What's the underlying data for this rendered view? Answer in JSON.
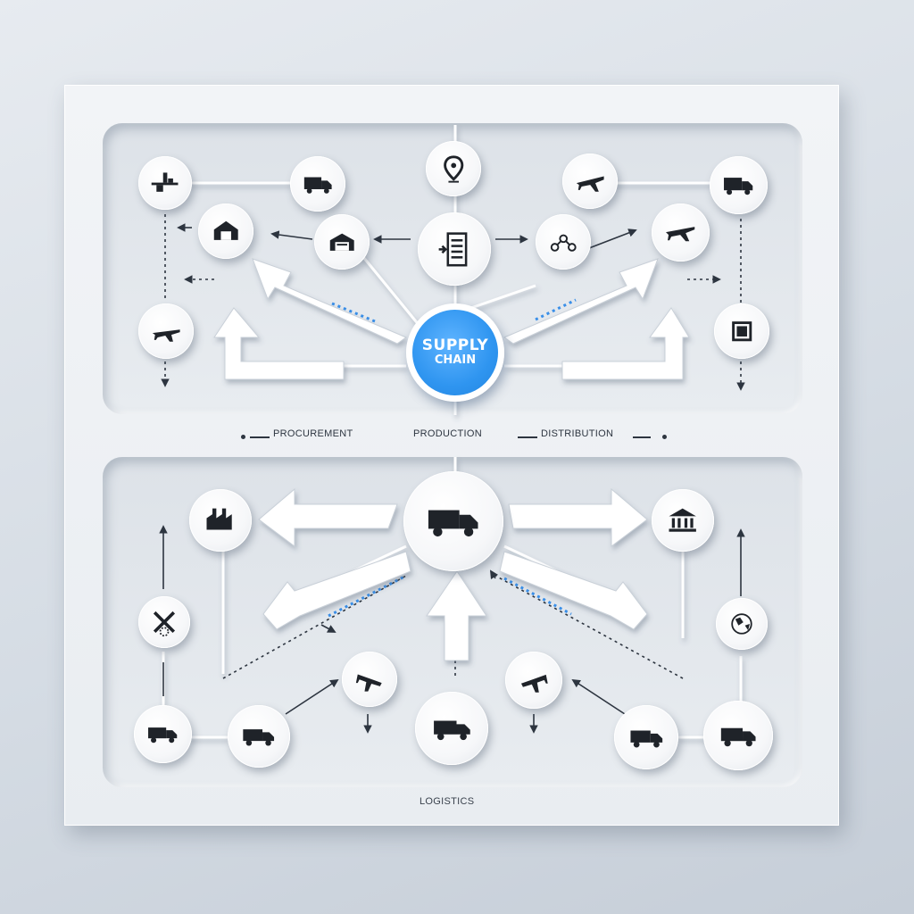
{
  "center": {
    "line1": "SUPPLY",
    "line2": "CHAIN"
  },
  "stages": [
    "PROCUREMENT",
    "PRODUCTION",
    "DISTRIBUTION"
  ],
  "footer": "LOGISTICS",
  "colors": {
    "accent": "#2f95f0",
    "background": "#dde3ea",
    "icon": "#1f2329",
    "dotted_blue": "#3a8fe8"
  },
  "nodes": [
    {
      "id": "top-left-crane",
      "icon": "crane-icon"
    },
    {
      "id": "top-truck-1",
      "icon": "truck-icon"
    },
    {
      "id": "top-location",
      "icon": "location-pin-icon"
    },
    {
      "id": "top-airplane-1",
      "icon": "airplane-icon"
    },
    {
      "id": "top-right-truck",
      "icon": "truck-icon"
    },
    {
      "id": "top-warehouse-1",
      "icon": "warehouse-icon"
    },
    {
      "id": "top-warehouse-2",
      "icon": "warehouse-icon"
    },
    {
      "id": "top-document",
      "icon": "document-icon"
    },
    {
      "id": "top-network",
      "icon": "network-icon"
    },
    {
      "id": "top-airplane-2",
      "icon": "airplane-icon"
    },
    {
      "id": "top-left-airplane",
      "icon": "airplane-icon"
    },
    {
      "id": "top-right-box",
      "icon": "box-icon"
    },
    {
      "id": "bottom-center-truck",
      "icon": "truck-icon"
    },
    {
      "id": "bottom-factory",
      "icon": "factory-icon"
    },
    {
      "id": "bottom-bank",
      "icon": "bank-icon"
    },
    {
      "id": "bottom-airplane-left",
      "icon": "airplane-icon"
    },
    {
      "id": "bottom-globe",
      "icon": "globe-icon"
    },
    {
      "id": "bottom-truck-1",
      "icon": "truck-icon"
    },
    {
      "id": "bottom-truck-2",
      "icon": "truck-icon"
    },
    {
      "id": "bottom-airplane-2",
      "icon": "airplane-icon"
    },
    {
      "id": "bottom-truck-center",
      "icon": "truck-icon"
    },
    {
      "id": "bottom-airplane-3",
      "icon": "airplane-icon"
    },
    {
      "id": "bottom-truck-3",
      "icon": "truck-icon"
    },
    {
      "id": "bottom-truck-4",
      "icon": "truck-icon"
    }
  ]
}
